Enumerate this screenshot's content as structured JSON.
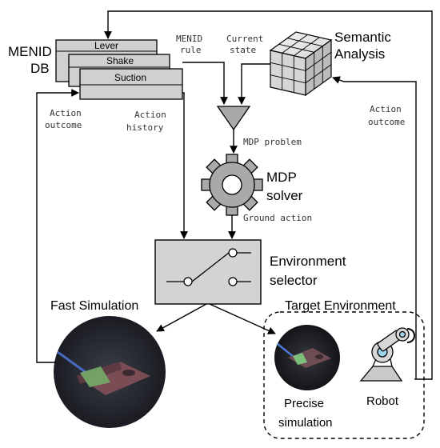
{
  "db": {
    "title_line1": "MENID",
    "title_line2": "DB",
    "cards": [
      "Lever",
      "Shake",
      "Suction"
    ]
  },
  "semantic": {
    "line1": "Semantic",
    "line2": "Analysis"
  },
  "flows": {
    "menid_rule_line1": "MENID",
    "menid_rule_line2": "rule",
    "current_state_line1": "Current",
    "current_state_line2": "state",
    "action_outcome_left_line1": "Action",
    "action_outcome_left_line2": "outcome",
    "action_history_line1": "Action",
    "action_history_line2": "history",
    "action_outcome_right_line1": "Action",
    "action_outcome_right_line2": "outcome",
    "mdp_problem": "MDP problem",
    "ground_action": "Ground action"
  },
  "solver": {
    "line1": "MDP",
    "line2": "solver"
  },
  "selector": {
    "line1": "Environment",
    "line2": "selector"
  },
  "fast_sim": {
    "title": "Fast Simulation"
  },
  "target_env": {
    "title": "Target Environment",
    "precise_line1": "Precise",
    "precise_line2": "simulation",
    "robot": "Robot"
  }
}
